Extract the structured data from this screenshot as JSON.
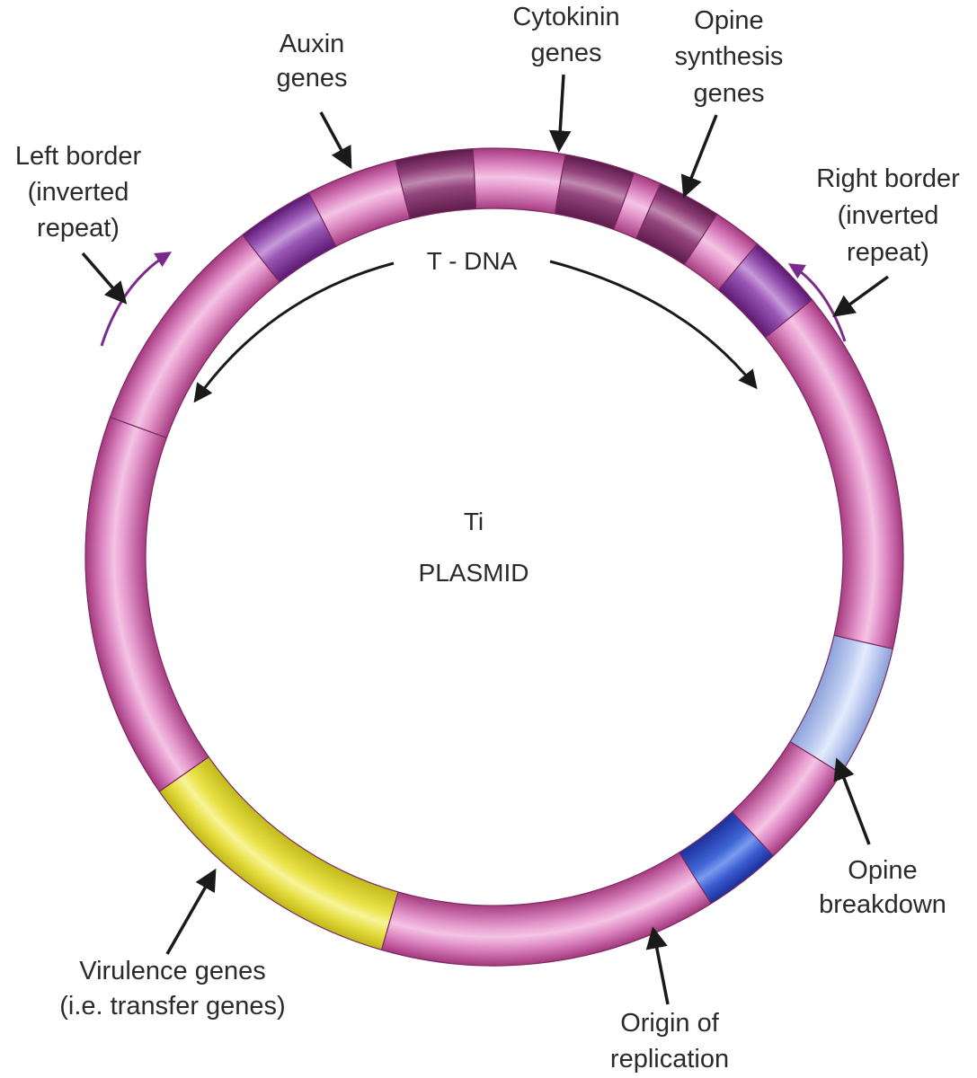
{
  "diagram": {
    "center_label": {
      "line1": "Ti",
      "line2": "PLASMID"
    },
    "tdna_label": "T - DNA",
    "labels": {
      "auxin": [
        "Auxin",
        "genes"
      ],
      "cytokinin": [
        "Cytokinin",
        "genes"
      ],
      "opine_synthesis": [
        "Opine",
        "synthesis",
        "genes"
      ],
      "left_border": [
        "Left border",
        "(inverted",
        "repeat)"
      ],
      "right_border": [
        "Right border",
        "(inverted",
        "repeat)"
      ],
      "opine_breakdown": [
        "Opine",
        "breakdown"
      ],
      "origin": [
        "Origin of",
        "replication"
      ],
      "virulence": [
        "Virulence genes",
        "(i.e. transfer genes)"
      ]
    },
    "colors": {
      "pink_band": "#d880c0",
      "dark_tdna": "#8a3a72",
      "border_violet": "#8a3aa6",
      "virulence_yellow": "#e8e040",
      "opine_breakdown_blue": "#b8c8ec",
      "origin_blue": "#3a5cd0",
      "arrow": "#1a1a1a",
      "border_arrow": "#7a2a8a"
    },
    "segments": [
      {
        "name": "left-border-segment",
        "color_key": "border_violet"
      },
      {
        "name": "tdna-pink-segment-1",
        "color_key": "pink_band"
      },
      {
        "name": "auxin-segment",
        "color_key": "dark_tdna"
      },
      {
        "name": "tdna-pink-segment-2",
        "color_key": "pink_band"
      },
      {
        "name": "cytokinin-segment",
        "color_key": "dark_tdna"
      },
      {
        "name": "opine-synthesis-segment",
        "color_key": "dark_tdna"
      },
      {
        "name": "tdna-pink-segment-3",
        "color_key": "pink_band"
      },
      {
        "name": "right-border-segment",
        "color_key": "border_violet"
      },
      {
        "name": "opine-breakdown-segment",
        "color_key": "opine_breakdown_blue"
      },
      {
        "name": "origin-of-replication-segment",
        "color_key": "origin_blue"
      },
      {
        "name": "virulence-genes-segment",
        "color_key": "virulence_yellow"
      }
    ]
  }
}
